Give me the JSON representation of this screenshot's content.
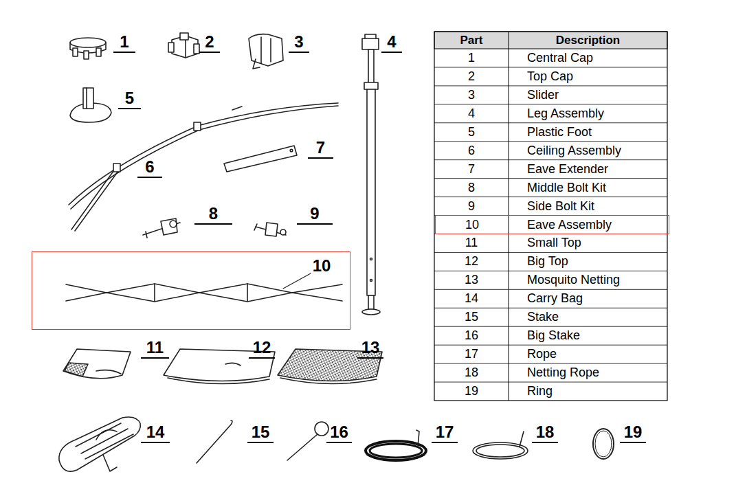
{
  "diagram": {
    "nodes": [
      {
        "text": [
          "10"
        ]
      },
      {
        "text": [
          "10",
          "Eave Assembly"
        ]
      }
    ],
    "labels": [
      "1",
      "2",
      "3",
      "4",
      "5",
      "6",
      "7",
      "8",
      "9",
      "11",
      "12",
      "13",
      "14",
      "15",
      "16",
      "17",
      "18",
      "19",
      "Part",
      "Description",
      "1",
      "Central Cap",
      "2",
      "Top Cap",
      "3",
      "Slider",
      "4",
      "Leg Assembly",
      "5",
      "Plastic Foot",
      "6",
      "Ceiling Assembly",
      "7",
      "Eave Extender",
      "8",
      "Middle Bolt Kit",
      "9",
      "Side Bolt Kit",
      "11",
      "Small Top",
      "12",
      "Big Top",
      "13",
      "Mosquito Netting",
      "14",
      "Carry Bag",
      "15",
      "Stake",
      "16",
      "Big Stake",
      "17",
      "Rope",
      "18",
      "Netting Rope",
      "19",
      "Ring"
    ]
  }
}
